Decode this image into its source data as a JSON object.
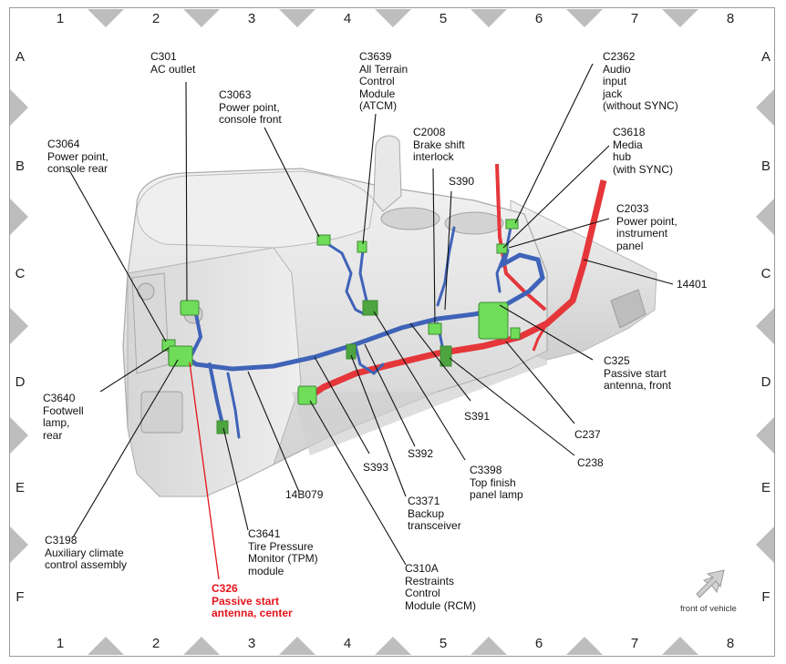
{
  "grid": {
    "columns": [
      "1",
      "2",
      "3",
      "4",
      "5",
      "6",
      "7",
      "8"
    ],
    "rows": [
      "A",
      "B",
      "C",
      "D",
      "E",
      "F"
    ]
  },
  "labels": {
    "c301": "C301\nAC outlet",
    "c3063": "C3063\nPower point,\nconsole front",
    "c3639": "C3639\nAll Terrain\nControl\nModule\n(ATCM)",
    "c2362": "C2362\nAudio\ninput\njack\n(without SYNC)",
    "c3064": "C3064\nPower point,\nconsole rear",
    "c2008": "C2008\nBrake shift\ninterlock",
    "c3618": "C3618\nMedia\nhub\n(with SYNC)",
    "s390": "S390",
    "c2033": "C2033\nPower point,\ninstrument\npanel",
    "n14401": "14401",
    "c325": "C325\nPassive start\nantenna, front",
    "c3640": "C3640\nFootwell\nlamp,\nrear",
    "s391": "S391",
    "c237": "C237",
    "s392": "S392",
    "c238": "C238",
    "s393": "S393",
    "c3398": "C3398\nTop finish\npanel lamp",
    "n14b079": "14B079",
    "c3371": "C3371\nBackup\ntransceiver",
    "c3198": "C3198\nAuxiliary climate\ncontrol assembly",
    "c3641": "C3641\nTire Pressure\nMonitor (TPM)\nmodule",
    "c310a": "C310A\nRestraints\nControl\nModule (RCM)",
    "c326": "C326\nPassive start\nantenna, center",
    "front_of_vehicle": "front of vehicle"
  },
  "colors": {
    "console": "#e4e4e4",
    "console_shade": "#c8c8c8",
    "harness_blue": "#3f63b8",
    "harness_red": "#e5363a",
    "connector_green": "#6fdc5a",
    "highlight_red": "#e3141b"
  },
  "icons": {
    "front_arrow": "arrow-up-right-icon",
    "border_markers": "triangle-marker-icon"
  }
}
